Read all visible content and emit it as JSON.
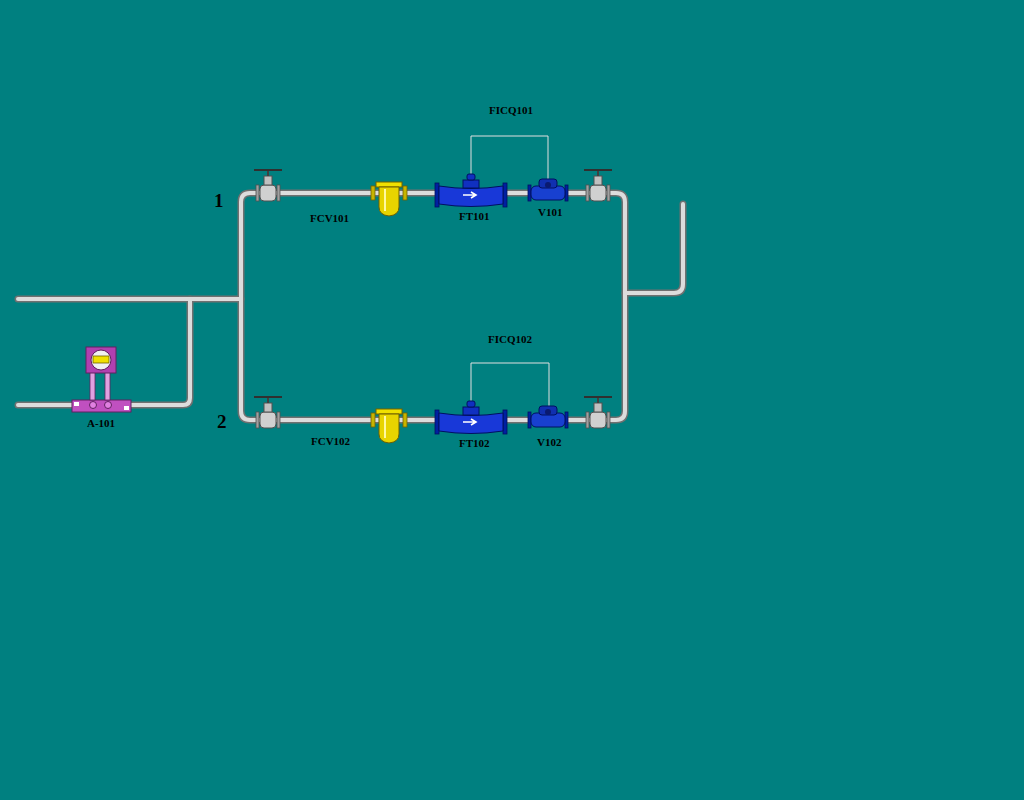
{
  "diagram": {
    "labels": [
      "FICQ101",
      "1",
      "FCV101",
      "FT101",
      "V101",
      "FICQ102",
      "2",
      "FCV102",
      "FT102",
      "V102",
      "A-101"
    ]
  }
}
